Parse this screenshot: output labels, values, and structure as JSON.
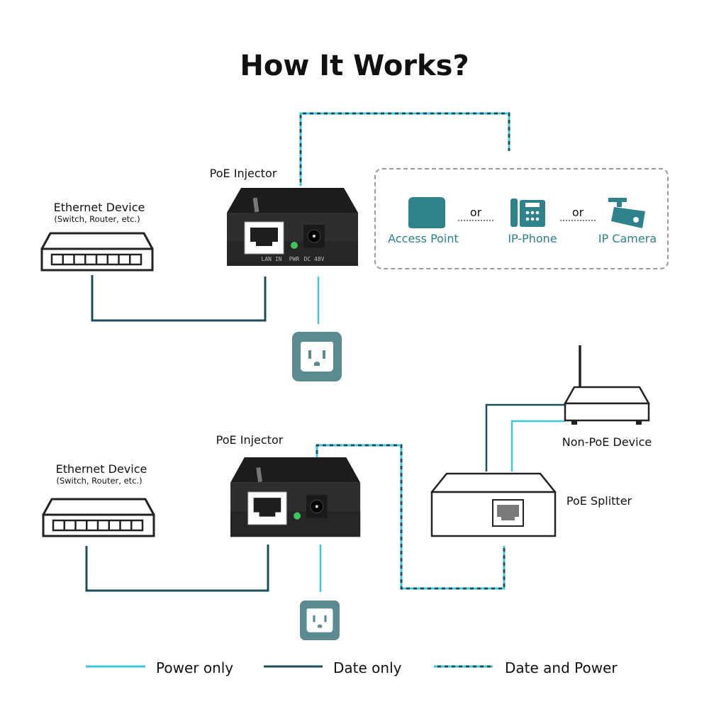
{
  "title": "How It Works?",
  "colors": {
    "power_only": "#3ec6dd",
    "data_only": "#1b4f55",
    "device_teal": "#2f828c",
    "outlet": "#5b8b90",
    "injector_body": "#2a2a2a"
  },
  "top": {
    "ethernet_device": {
      "label": "Ethernet Device",
      "sub": "(Switch, Router, etc.)"
    },
    "injector": {
      "label": "PoE Injector",
      "port_lan": "LAN IN",
      "port_pwr": "PWR",
      "port_dc": "DC 48V"
    },
    "devices": [
      {
        "label": "Access Point",
        "icon": "access-point-icon"
      },
      {
        "label": "IP-Phone",
        "icon": "ip-phone-icon"
      },
      {
        "label": "IP Camera",
        "icon": "ip-camera-icon"
      }
    ],
    "or_1": "or",
    "or_2": "or"
  },
  "bottom": {
    "ethernet_device": {
      "label": "Ethernet Device",
      "sub": "(Switch, Router, etc.)"
    },
    "injector": {
      "label": "PoE Injector"
    },
    "splitter": {
      "label": "PoE Splitter"
    },
    "non_poe": {
      "label": "Non-PoE Device"
    }
  },
  "legend": [
    {
      "label": "Power only",
      "style": "solid-light"
    },
    {
      "label": "Date only",
      "style": "solid-dark"
    },
    {
      "label": "Date and Power",
      "style": "dashed"
    }
  ]
}
